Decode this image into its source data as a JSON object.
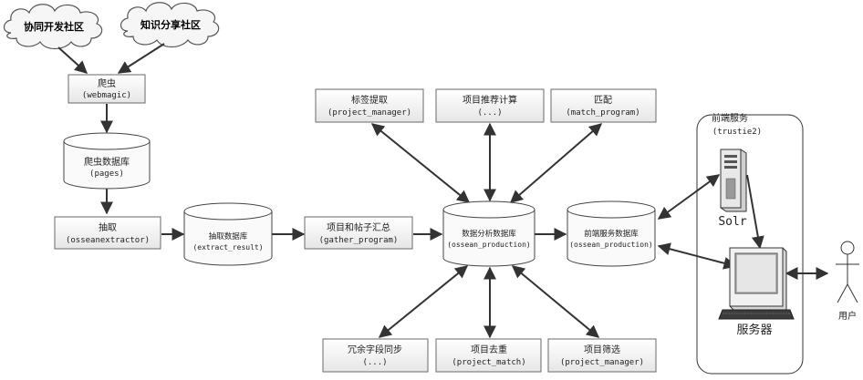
{
  "clouds": {
    "cloud1": "协同开发社区",
    "cloud2": "知识分享社区"
  },
  "crawler": {
    "line1": "爬虫",
    "line2": "(webmagic)"
  },
  "crawler_db": {
    "line1": "爬虫数据库",
    "line2": "(pages)"
  },
  "extract": {
    "line1": "抽取",
    "line2": "(osseanextractor)"
  },
  "extract_db": {
    "line1": "抽取数据库",
    "line2": "(extract_result)"
  },
  "gather": {
    "line1": "项目和帖子汇总",
    "line2": "(gather_program)"
  },
  "analysis_db": {
    "line1": "数据分析数据库",
    "line2": "(ossean_production)"
  },
  "tag_extract": {
    "line1": "标签提取",
    "line2": "(project_manager)"
  },
  "recommend": {
    "line1": "项目推荐计算",
    "line2": "(...)"
  },
  "match": {
    "line1": "匹配",
    "line2": "(match_program)"
  },
  "redundant": {
    "line1": "冗余字段同步",
    "line2": "(...)"
  },
  "dedupe": {
    "line1": "项目去重",
    "line2": "(project_match)"
  },
  "filter": {
    "line1": "项目筛选",
    "line2": "(project_manager)"
  },
  "frontend_db": {
    "line1": "前端服务数据库",
    "line2": "(ossean_production)"
  },
  "frontend_service": {
    "line1": "前端服务",
    "line2": "(trustie2)"
  },
  "solr": "Solr",
  "server": "服务器",
  "user": "用户"
}
